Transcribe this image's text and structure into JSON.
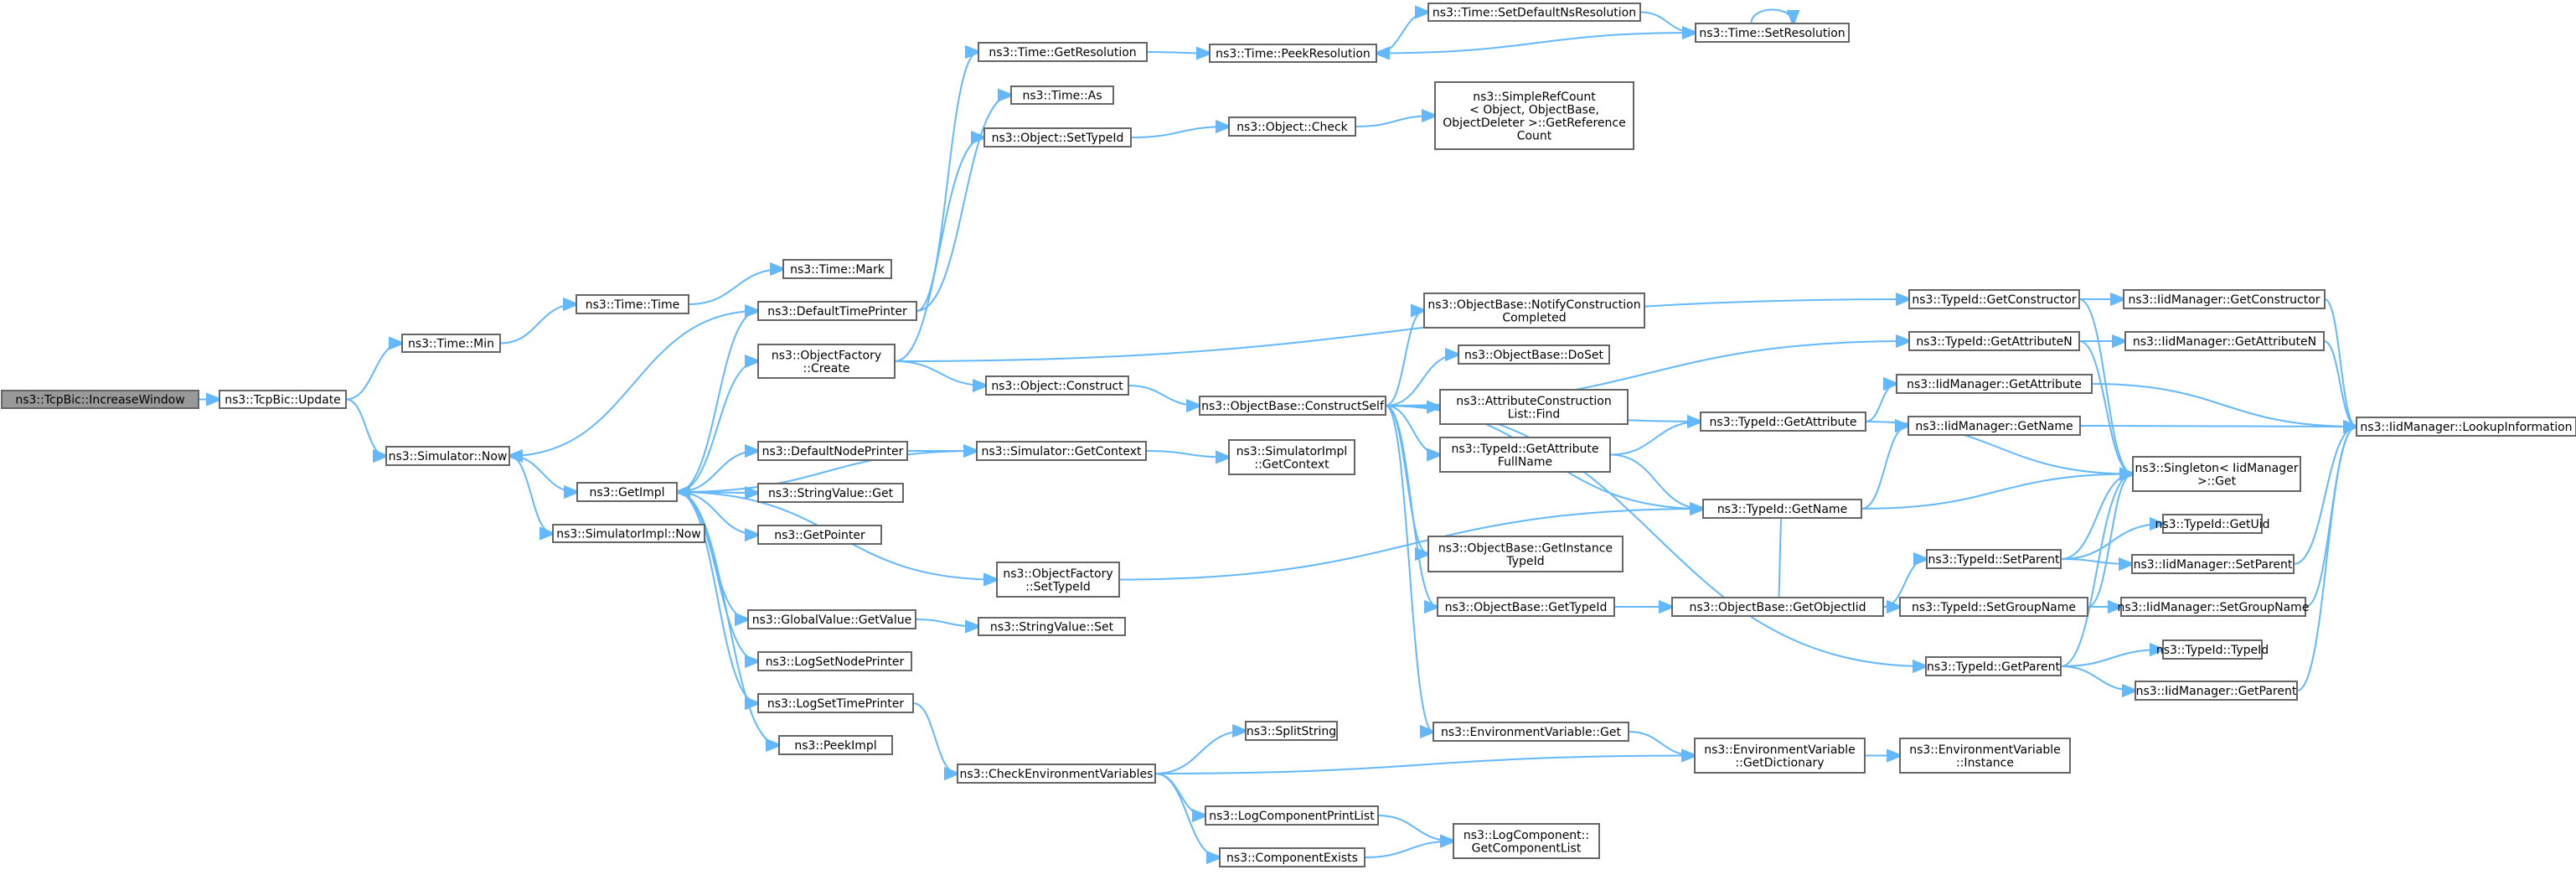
{
  "graph": {
    "edge_color": "#63b8ff",
    "root_fill": "#999999",
    "node_border": "#666666",
    "nodes": [
      {
        "id": "root",
        "lines": [
          "ns3::TcpBic::IncreaseWindow"
        ]
      },
      {
        "id": "update",
        "lines": [
          "ns3::TcpBic::Update"
        ]
      },
      {
        "id": "timemin",
        "lines": [
          "ns3::Time::Min"
        ]
      },
      {
        "id": "timetime",
        "lines": [
          "ns3::Time::Time"
        ]
      },
      {
        "id": "timemark",
        "lines": [
          "ns3::Time::Mark"
        ]
      },
      {
        "id": "simnow",
        "lines": [
          "ns3::Simulator::Now"
        ]
      },
      {
        "id": "simimplnow",
        "lines": [
          "ns3::SimulatorImpl::Now"
        ]
      },
      {
        "id": "getimpl",
        "lines": [
          "ns3::GetImpl"
        ]
      },
      {
        "id": "defaulttimeprinter",
        "lines": [
          "ns3::DefaultTimePrinter"
        ]
      },
      {
        "id": "ofcreate",
        "lines": [
          "ns3::ObjectFactory",
          "::Create"
        ]
      },
      {
        "id": "defaultnodeprinter",
        "lines": [
          "ns3::DefaultNodePrinter"
        ]
      },
      {
        "id": "stringvalueget",
        "lines": [
          "ns3::StringValue::Get"
        ]
      },
      {
        "id": "getpointer",
        "lines": [
          "ns3::GetPointer"
        ]
      },
      {
        "id": "ofsettypeid",
        "lines": [
          "ns3::ObjectFactory",
          "::SetTypeId"
        ]
      },
      {
        "id": "globalvalue",
        "lines": [
          "ns3::GlobalValue::GetValue"
        ]
      },
      {
        "id": "logsetnode",
        "lines": [
          "ns3::LogSetNodePrinter"
        ]
      },
      {
        "id": "logsettime",
        "lines": [
          "ns3::LogSetTimePrinter"
        ]
      },
      {
        "id": "peekimpl",
        "lines": [
          "ns3::PeekImpl"
        ]
      },
      {
        "id": "timegetres",
        "lines": [
          "ns3::Time::GetResolution"
        ]
      },
      {
        "id": "timeas",
        "lines": [
          "ns3::Time::As"
        ]
      },
      {
        "id": "objsettypeid",
        "lines": [
          "ns3::Object::SetTypeId"
        ]
      },
      {
        "id": "objconstruct",
        "lines": [
          "ns3::Object::Construct"
        ]
      },
      {
        "id": "simgetcontext",
        "lines": [
          "ns3::Simulator::GetContext"
        ]
      },
      {
        "id": "stringvalueset",
        "lines": [
          "ns3::StringValue::Set"
        ]
      },
      {
        "id": "checkenv",
        "lines": [
          "ns3::CheckEnvironmentVariables"
        ]
      },
      {
        "id": "timepeekres",
        "lines": [
          "ns3::Time::PeekResolution"
        ]
      },
      {
        "id": "objcheck",
        "lines": [
          "ns3::Object::Check"
        ]
      },
      {
        "id": "simimplgetcontext",
        "lines": [
          "ns3::SimulatorImpl",
          "::GetContext"
        ]
      },
      {
        "id": "splitstring",
        "lines": [
          "ns3::SplitString"
        ]
      },
      {
        "id": "logcompprintlist",
        "lines": [
          "ns3::LogComponentPrintList"
        ]
      },
      {
        "id": "componentexists",
        "lines": [
          "ns3::ComponentExists"
        ]
      },
      {
        "id": "timesetdefaultns",
        "lines": [
          "ns3::Time::SetDefaultNsResolution"
        ]
      },
      {
        "id": "timesetres",
        "lines": [
          "ns3::Time::SetResolution"
        ]
      },
      {
        "id": "simplerefcount",
        "lines": [
          "ns3::SimpleRefCount",
          "< Object, ObjectBase,",
          "ObjectDeleter >::GetReference",
          "Count"
        ]
      },
      {
        "id": "constructself",
        "lines": [
          "ns3::ObjectBase::ConstructSelf"
        ]
      },
      {
        "id": "notifyconstruction",
        "lines": [
          "ns3::ObjectBase::NotifyConstruction",
          "Completed"
        ]
      },
      {
        "id": "doset",
        "lines": [
          "ns3::ObjectBase::DoSet"
        ]
      },
      {
        "id": "attrconstrfind",
        "lines": [
          "ns3::AttributeConstruction",
          "List::Find"
        ]
      },
      {
        "id": "typeidgetattrfullname",
        "lines": [
          "ns3::TypeId::GetAttribute",
          "FullName"
        ]
      },
      {
        "id": "getinstancetypeid",
        "lines": [
          "ns3::ObjectBase::GetInstance",
          "TypeId"
        ]
      },
      {
        "id": "obgettypeid",
        "lines": [
          "ns3::ObjectBase::GetTypeId"
        ]
      },
      {
        "id": "envget",
        "lines": [
          "ns3::EnvironmentVariable::Get"
        ]
      },
      {
        "id": "typeidgetattribute",
        "lines": [
          "ns3::TypeId::GetAttribute"
        ]
      },
      {
        "id": "typeidgetname",
        "lines": [
          "ns3::TypeId::GetName"
        ]
      },
      {
        "id": "getobjectiid",
        "lines": [
          "ns3::ObjectBase::GetObjectIid"
        ]
      },
      {
        "id": "envgetdict",
        "lines": [
          "ns3::EnvironmentVariable",
          "::GetDictionary"
        ]
      },
      {
        "id": "envinstance",
        "lines": [
          "ns3::EnvironmentVariable",
          "::Instance"
        ]
      },
      {
        "id": "getcomplist",
        "lines": [
          "ns3::LogComponent::",
          "GetComponentList"
        ]
      },
      {
        "id": "typeidgetconstructor",
        "lines": [
          "ns3::TypeId::GetConstructor"
        ]
      },
      {
        "id": "typeidgetattributen",
        "lines": [
          "ns3::TypeId::GetAttributeN"
        ]
      },
      {
        "id": "iidgetattribute",
        "lines": [
          "ns3::IidManager::GetAttribute"
        ]
      },
      {
        "id": "iidgetname",
        "lines": [
          "ns3::IidManager::GetName"
        ]
      },
      {
        "id": "typeidsetparent",
        "lines": [
          "ns3::TypeId::SetParent"
        ]
      },
      {
        "id": "typeidsetgroupname",
        "lines": [
          "ns3::TypeId::SetGroupName"
        ]
      },
      {
        "id": "typeidgetparent",
        "lines": [
          "ns3::TypeId::GetParent"
        ]
      },
      {
        "id": "iidgetconstructor",
        "lines": [
          "ns3::IidManager::GetConstructor"
        ]
      },
      {
        "id": "iidgetattributen",
        "lines": [
          "ns3::IidManager::GetAttributeN"
        ]
      },
      {
        "id": "singletonget",
        "lines": [
          "ns3::Singleton< IidManager",
          "  >::Get"
        ]
      },
      {
        "id": "typeidgetuid",
        "lines": [
          "ns3::TypeId::GetUid"
        ]
      },
      {
        "id": "iidsetparent",
        "lines": [
          "ns3::IidManager::SetParent"
        ]
      },
      {
        "id": "iidsetgroupname",
        "lines": [
          "ns3::IidManager::SetGroupName"
        ]
      },
      {
        "id": "typeidtypeid",
        "lines": [
          "ns3::TypeId::TypeId"
        ]
      },
      {
        "id": "iidgetparent",
        "lines": [
          "ns3::IidManager::GetParent"
        ]
      },
      {
        "id": "iidlookup",
        "lines": [
          "ns3::IidManager::LookupInformation"
        ]
      }
    ],
    "edges": [
      [
        "root",
        "update"
      ],
      [
        "update",
        "timemin"
      ],
      [
        "update",
        "simnow"
      ],
      [
        "timemin",
        "timetime"
      ],
      [
        "timetime",
        "timemark"
      ],
      [
        "simnow",
        "getimpl"
      ],
      [
        "simnow",
        "simimplnow"
      ],
      [
        "getimpl",
        "defaulttimeprinter"
      ],
      [
        "getimpl",
        "ofcreate"
      ],
      [
        "getimpl",
        "defaultnodeprinter"
      ],
      [
        "getimpl",
        "stringvalueget"
      ],
      [
        "getimpl",
        "getpointer"
      ],
      [
        "getimpl",
        "ofsettypeid"
      ],
      [
        "getimpl",
        "globalvalue"
      ],
      [
        "getimpl",
        "logsetnode"
      ],
      [
        "getimpl",
        "logsettime"
      ],
      [
        "getimpl",
        "peekimpl"
      ],
      [
        "defaulttimeprinter",
        "simnow"
      ],
      [
        "defaulttimeprinter",
        "timegetres"
      ],
      [
        "defaulttimeprinter",
        "timeas"
      ],
      [
        "ofcreate",
        "objsettypeid"
      ],
      [
        "ofcreate",
        "objconstruct"
      ],
      [
        "ofcreate",
        "typeidgetconstructor"
      ],
      [
        "defaultnodeprinter",
        "simgetcontext"
      ],
      [
        "simgetcontext",
        "getimpl"
      ],
      [
        "simgetcontext",
        "simimplgetcontext"
      ],
      [
        "globalvalue",
        "stringvalueset"
      ],
      [
        "ofsettypeid",
        "typeidgetname"
      ],
      [
        "logsettime",
        "checkenv"
      ],
      [
        "timegetres",
        "timepeekres"
      ],
      [
        "timepeekres",
        "timesetdefaultns"
      ],
      [
        "timesetdefaultns",
        "timesetres"
      ],
      [
        "timesetres",
        "timepeekres"
      ],
      [
        "timesetres",
        "timesetres"
      ],
      [
        "objsettypeid",
        "objcheck"
      ],
      [
        "objcheck",
        "simplerefcount"
      ],
      [
        "objconstruct",
        "constructself"
      ],
      [
        "constructself",
        "notifyconstruction"
      ],
      [
        "constructself",
        "doset"
      ],
      [
        "constructself",
        "attrconstrfind"
      ],
      [
        "constructself",
        "typeidgetattrfullname"
      ],
      [
        "constructself",
        "getinstancetypeid"
      ],
      [
        "constructself",
        "obgettypeid"
      ],
      [
        "constructself",
        "envget"
      ],
      [
        "constructself",
        "typeidgetattribute"
      ],
      [
        "constructself",
        "typeidgetname"
      ],
      [
        "constructself",
        "typeidgetattributen"
      ],
      [
        "constructself",
        "typeidgetparent"
      ],
      [
        "typeidgetattrfullname",
        "typeidgetattribute"
      ],
      [
        "typeidgetattrfullname",
        "typeidgetname"
      ],
      [
        "obgettypeid",
        "getobjectiid"
      ],
      [
        "getobjectiid",
        "typeidsetparent"
      ],
      [
        "getobjectiid",
        "typeidsetgroupname"
      ],
      [
        "getobjectiid",
        "typeidgetname"
      ],
      [
        "envget",
        "envgetdict"
      ],
      [
        "envgetdict",
        "envinstance"
      ],
      [
        "checkenv",
        "splitstring"
      ],
      [
        "checkenv",
        "envgetdict"
      ],
      [
        "checkenv",
        "logcompprintlist"
      ],
      [
        "checkenv",
        "componentexists"
      ],
      [
        "logcompprintlist",
        "getcomplist"
      ],
      [
        "componentexists",
        "getcomplist"
      ],
      [
        "typeidgetconstructor",
        "iidgetconstructor"
      ],
      [
        "typeidgetconstructor",
        "singletonget"
      ],
      [
        "typeidgetattributen",
        "iidgetattributen"
      ],
      [
        "typeidgetattributen",
        "singletonget"
      ],
      [
        "typeidgetattribute",
        "iidgetattribute"
      ],
      [
        "typeidgetattribute",
        "singletonget"
      ],
      [
        "typeidgetname",
        "iidgetname"
      ],
      [
        "typeidgetname",
        "singletonget"
      ],
      [
        "typeidsetparent",
        "typeidgetuid"
      ],
      [
        "typeidsetparent",
        "iidsetparent"
      ],
      [
        "typeidsetparent",
        "singletonget"
      ],
      [
        "typeidsetgroupname",
        "iidsetgroupname"
      ],
      [
        "typeidsetgroupname",
        "singletonget"
      ],
      [
        "typeidgetparent",
        "typeidtypeid"
      ],
      [
        "typeidgetparent",
        "iidgetparent"
      ],
      [
        "typeidgetparent",
        "singletonget"
      ],
      [
        "iidgetconstructor",
        "iidlookup"
      ],
      [
        "iidgetattributen",
        "iidlookup"
      ],
      [
        "iidgetattribute",
        "iidlookup"
      ],
      [
        "iidgetname",
        "iidlookup"
      ],
      [
        "iidsetparent",
        "iidlookup"
      ],
      [
        "iidsetgroupname",
        "iidlookup"
      ],
      [
        "iidgetparent",
        "iidlookup"
      ]
    ]
  }
}
